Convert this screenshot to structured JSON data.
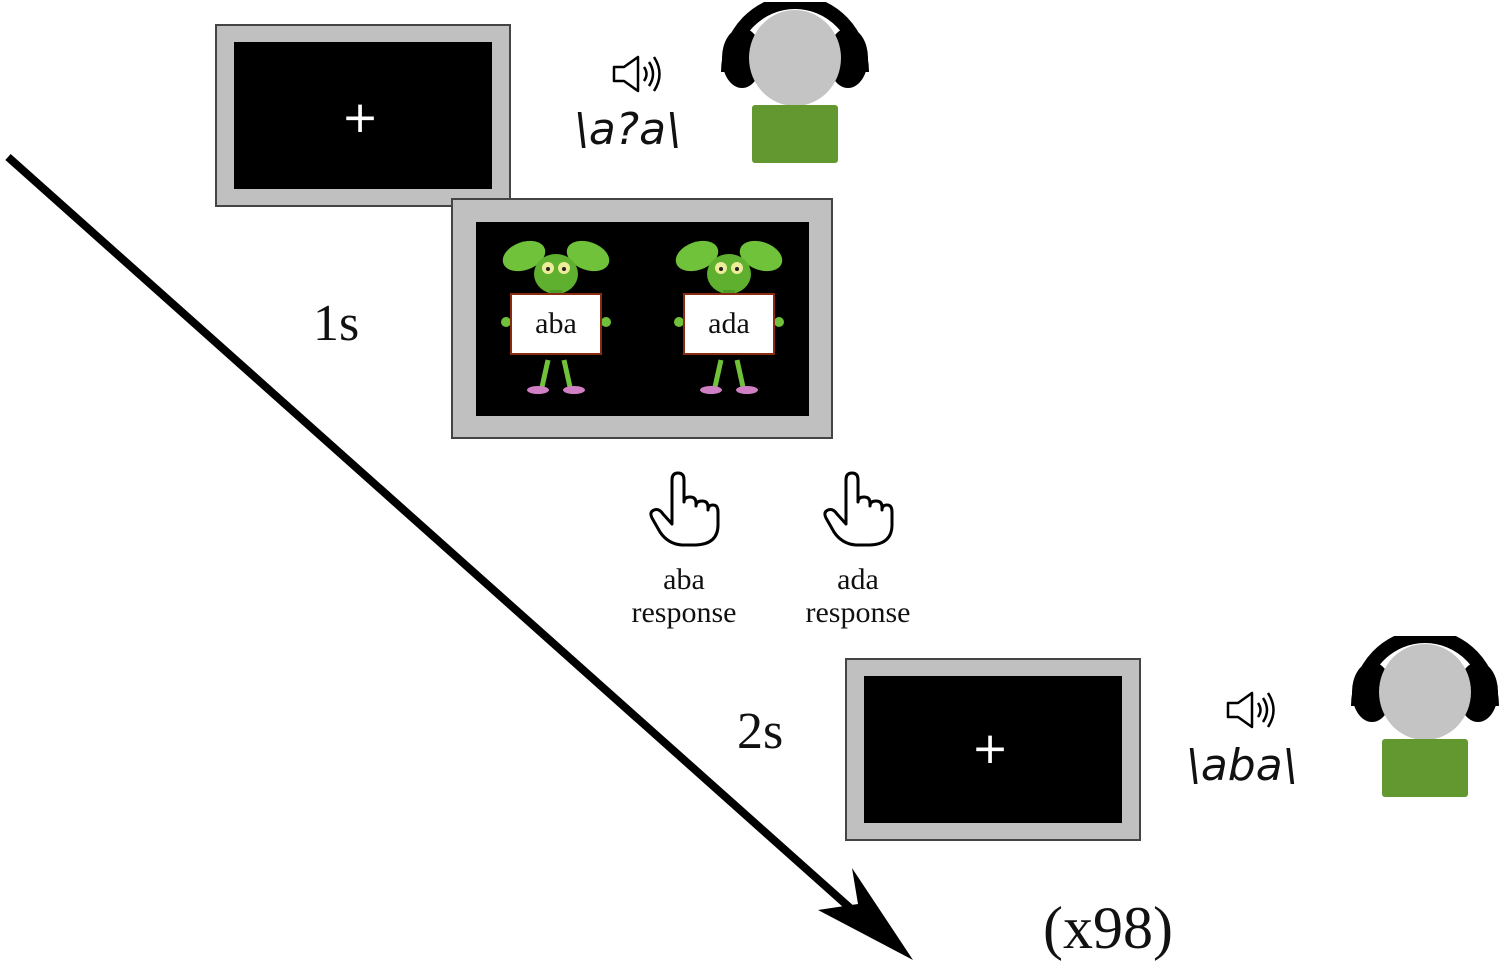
{
  "phonemes": {
    "trial1": "\\a?a\\",
    "trial2": "\\aba\\"
  },
  "durations": {
    "stimulus": "1s",
    "iti": "2s"
  },
  "fixation": "+",
  "cards": {
    "left": "aba",
    "right": "ada"
  },
  "responses": {
    "left": {
      "line1": "aba",
      "line2": "response"
    },
    "right": {
      "line1": "ada",
      "line2": "response"
    }
  },
  "repeat": "(x98)",
  "colors": {
    "shirt": "#62982f",
    "head": "#c4c4c4",
    "headphones": "#000000",
    "alien": "#6fc23a",
    "monitor_bezel": "#c0c0c0"
  },
  "icons": [
    "speaker-icon",
    "hand-pointer-icon",
    "listener-figure",
    "alien-character",
    "time-arrow"
  ]
}
